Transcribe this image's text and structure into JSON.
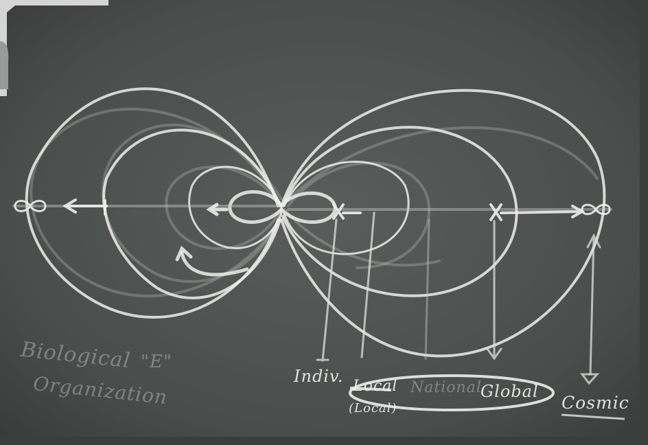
{
  "photo": {
    "board_color": "#4b4e4d",
    "chalk_color": "#eeeeea",
    "faint_chalk_color": "#bfc1bf",
    "corner_glare_color": "#cfcfcf"
  },
  "labels": {
    "biological_1": "Biological",
    "biological_2": "\"E\"",
    "biological_3": "Organization",
    "indiv": "Indiv.",
    "local": "Local",
    "local_sub": "(Local)",
    "national": "National",
    "global": "Global",
    "cosmic": "Cosmic"
  }
}
